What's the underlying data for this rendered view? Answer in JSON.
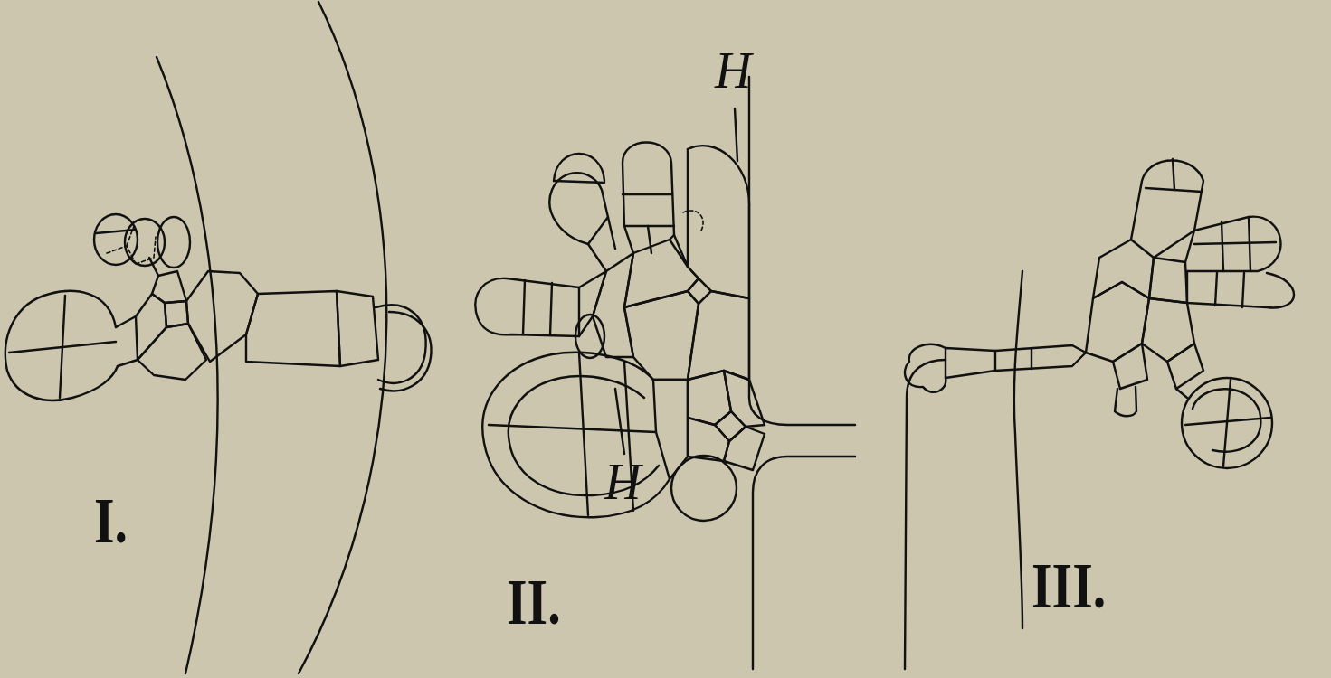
{
  "diagram": {
    "labels": [
      "I.",
      "H",
      "H",
      "II.",
      "III."
    ]
  }
}
